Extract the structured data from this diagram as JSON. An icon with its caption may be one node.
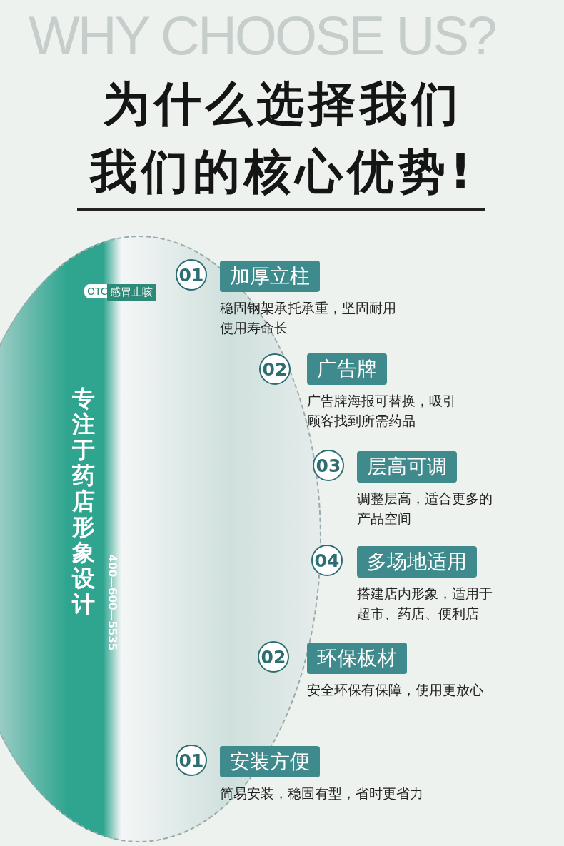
{
  "diagram": {
    "title": "为什么选择我们我们的核心优势!",
    "nodes": [
      {
        "text": [
          "01"
        ]
      },
      {
        "text": [
          "加厚立柱"
        ],
        "beside": [
          "稳固钢架承托承重，坚固耐用使用寿命长"
        ]
      },
      {
        "text": [
          "02"
        ]
      },
      {
        "text": [
          "广告牌"
        ],
        "beside": [
          "广告牌海报可替换，吸引顾客找到所需药品"
        ]
      },
      {
        "text": [
          "03"
        ]
      },
      {
        "text": [
          "层高可调"
        ],
        "beside": [
          "调整层高，适合更多的产品空间"
        ]
      },
      {
        "text": [
          "04"
        ]
      },
      {
        "text": [
          "多场地适用"
        ],
        "beside": [
          "搭建店内形象，适用于超市、药店、便利店"
        ]
      },
      {
        "text": [
          "02"
        ]
      },
      {
        "text": [
          "环保板材"
        ],
        "beside": [
          "安全环保有保障，使用更放心"
        ]
      },
      {
        "text": [
          "01"
        ]
      },
      {
        "text": [
          "安装方便"
        ],
        "beside": [
          "简易安装，稳固有型，省时更省力"
        ]
      }
    ],
    "labels": [
      "WHY CHOOSE US?",
      "OTC",
      "感冒止咳",
      "专注于药店形象设计",
      "400—600—5535"
    ]
  }
}
